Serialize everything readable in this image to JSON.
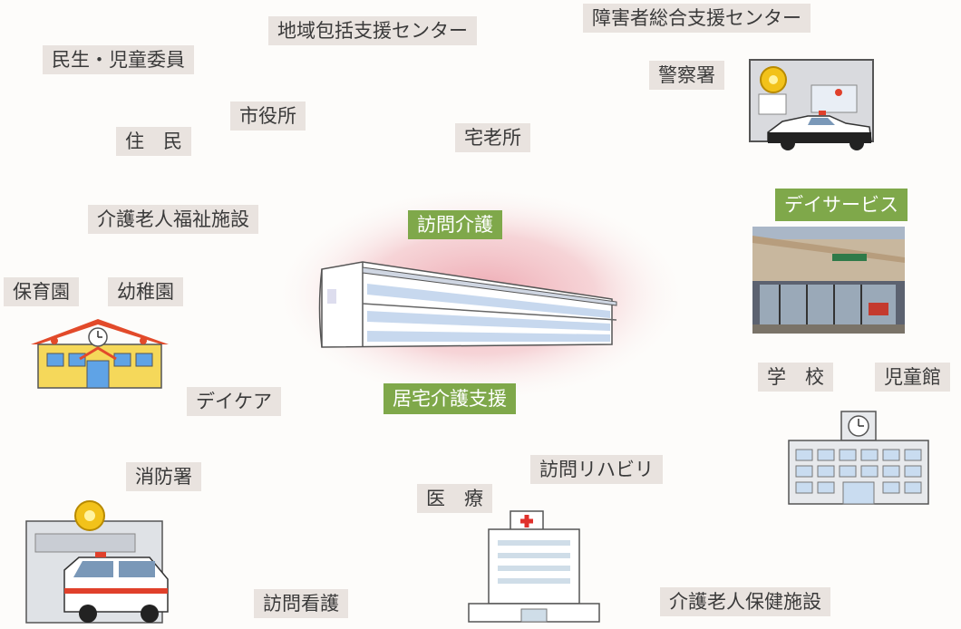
{
  "labels": {
    "chiiki": "地域包括支援センター",
    "shogai": "障害者総合支援センター",
    "minsei": "民生・児童委員",
    "keisatsu": "警察署",
    "shiyakusho": "市役所",
    "jumin": "住　民",
    "takurou": "宅老所",
    "kaigo_fukushi": "介護老人福祉施設",
    "houmon_kaigo": "訪問介護",
    "day_service": "デイサービス",
    "hoikuen": "保育園",
    "youchien": "幼稚園",
    "gakkou": "学　校",
    "jidoukan": "児童館",
    "day_care": "デイケア",
    "kyotaku": "居宅介護支援",
    "shouboushou": "消防署",
    "houmon_reha": "訪問リハビリ",
    "iryou": "医　療",
    "houmon_kango": "訪問看護",
    "kaigo_hoken": "介護老人保健施設"
  },
  "colors": {
    "label_bg": "#e9e3df",
    "green_label_bg": "#7fa84a",
    "center_glow": "#eda3ad"
  },
  "icons": {
    "police": "police-station-icon",
    "day_service": "day-service-building-photo",
    "nursery": "nursery-school-icon",
    "school": "school-building-icon",
    "fire": "fire-station-icon",
    "hospital": "hospital-icon",
    "center": "care-facility-building"
  }
}
